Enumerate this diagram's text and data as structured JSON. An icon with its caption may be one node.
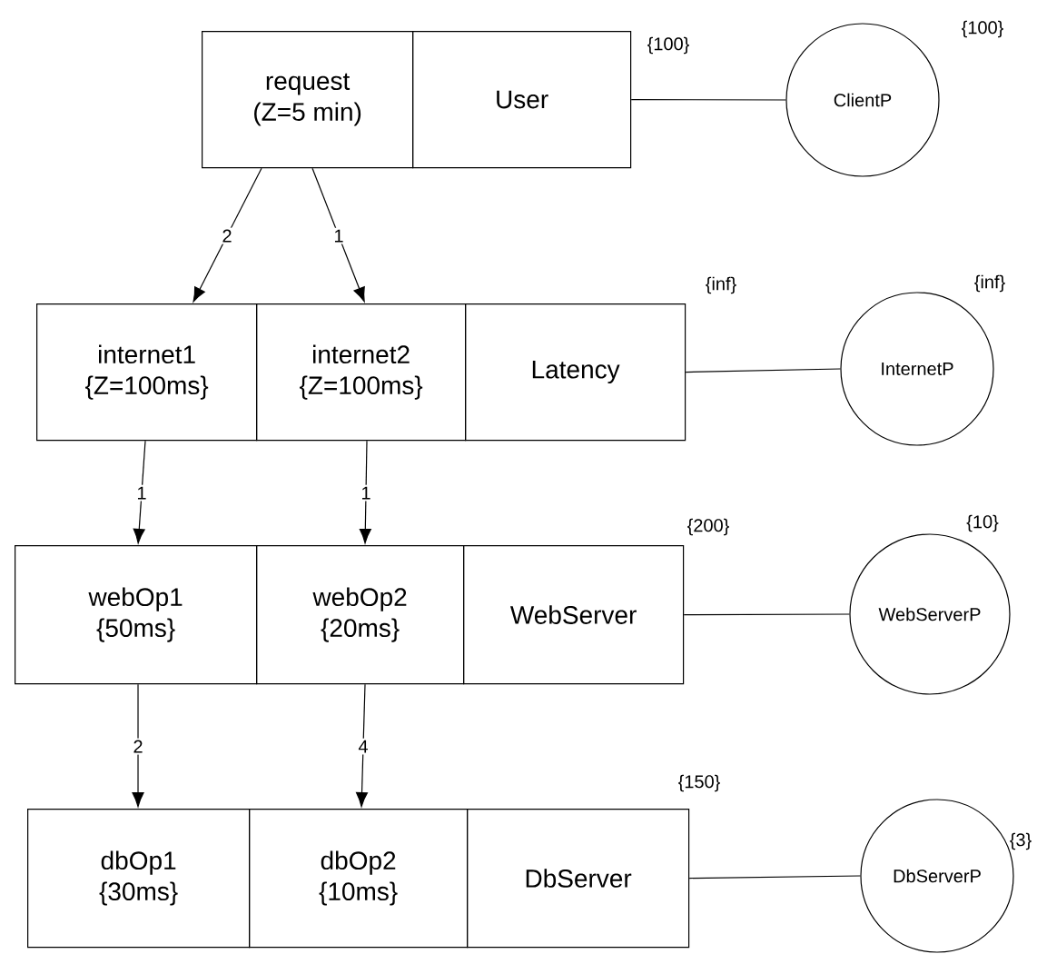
{
  "diagram": {
    "nodes": [
      {
        "text": [
          "request",
          "(Z=5 min)"
        ]
      },
      {
        "text": [
          "User"
        ],
        "beside": [
          "{100}"
        ]
      },
      {
        "text": [
          "ClientP"
        ],
        "beside": [
          "{100}"
        ]
      },
      {
        "text": [
          "internet1",
          "{Z=100ms}"
        ]
      },
      {
        "text": [
          "internet2",
          "{Z=100ms}"
        ]
      },
      {
        "text": [
          "Latency"
        ],
        "beside": [
          "{inf}"
        ]
      },
      {
        "text": [
          "InternetP"
        ],
        "beside": [
          "{inf}"
        ]
      },
      {
        "text": [
          "webOp1",
          "{50ms}"
        ]
      },
      {
        "text": [
          "webOp2",
          "{20ms}"
        ]
      },
      {
        "text": [
          "WebServer"
        ],
        "beside": [
          "{200}"
        ]
      },
      {
        "text": [
          "WebServerP"
        ],
        "beside": [
          "{10}"
        ]
      },
      {
        "text": [
          "dbOp1",
          "{30ms}"
        ]
      },
      {
        "text": [
          "dbOp2",
          "{10ms}"
        ]
      },
      {
        "text": [
          "DbServer"
        ],
        "beside": [
          "{150}"
        ]
      },
      {
        "text": [
          "DbServerP"
        ],
        "beside": [
          "{3}"
        ]
      }
    ],
    "edges": [
      {
        "from": 0,
        "to": 3,
        "arrow": "to",
        "label": "2"
      },
      {
        "from": 0,
        "to": 4,
        "arrow": "to",
        "label": "1"
      },
      {
        "from": 3,
        "to": 7,
        "arrow": "to",
        "label": "1"
      },
      {
        "from": 4,
        "to": 8,
        "arrow": "to",
        "label": "1"
      },
      {
        "from": 7,
        "to": 11,
        "arrow": "to",
        "label": "2"
      },
      {
        "from": 8,
        "to": 12,
        "arrow": "to",
        "label": "4"
      },
      {
        "from": 1,
        "to": 2,
        "arrow": "none"
      },
      {
        "from": 5,
        "to": 6,
        "arrow": "none"
      },
      {
        "from": 9,
        "to": 10,
        "arrow": "none"
      },
      {
        "from": 13,
        "to": 14,
        "arrow": "none"
      }
    ]
  }
}
